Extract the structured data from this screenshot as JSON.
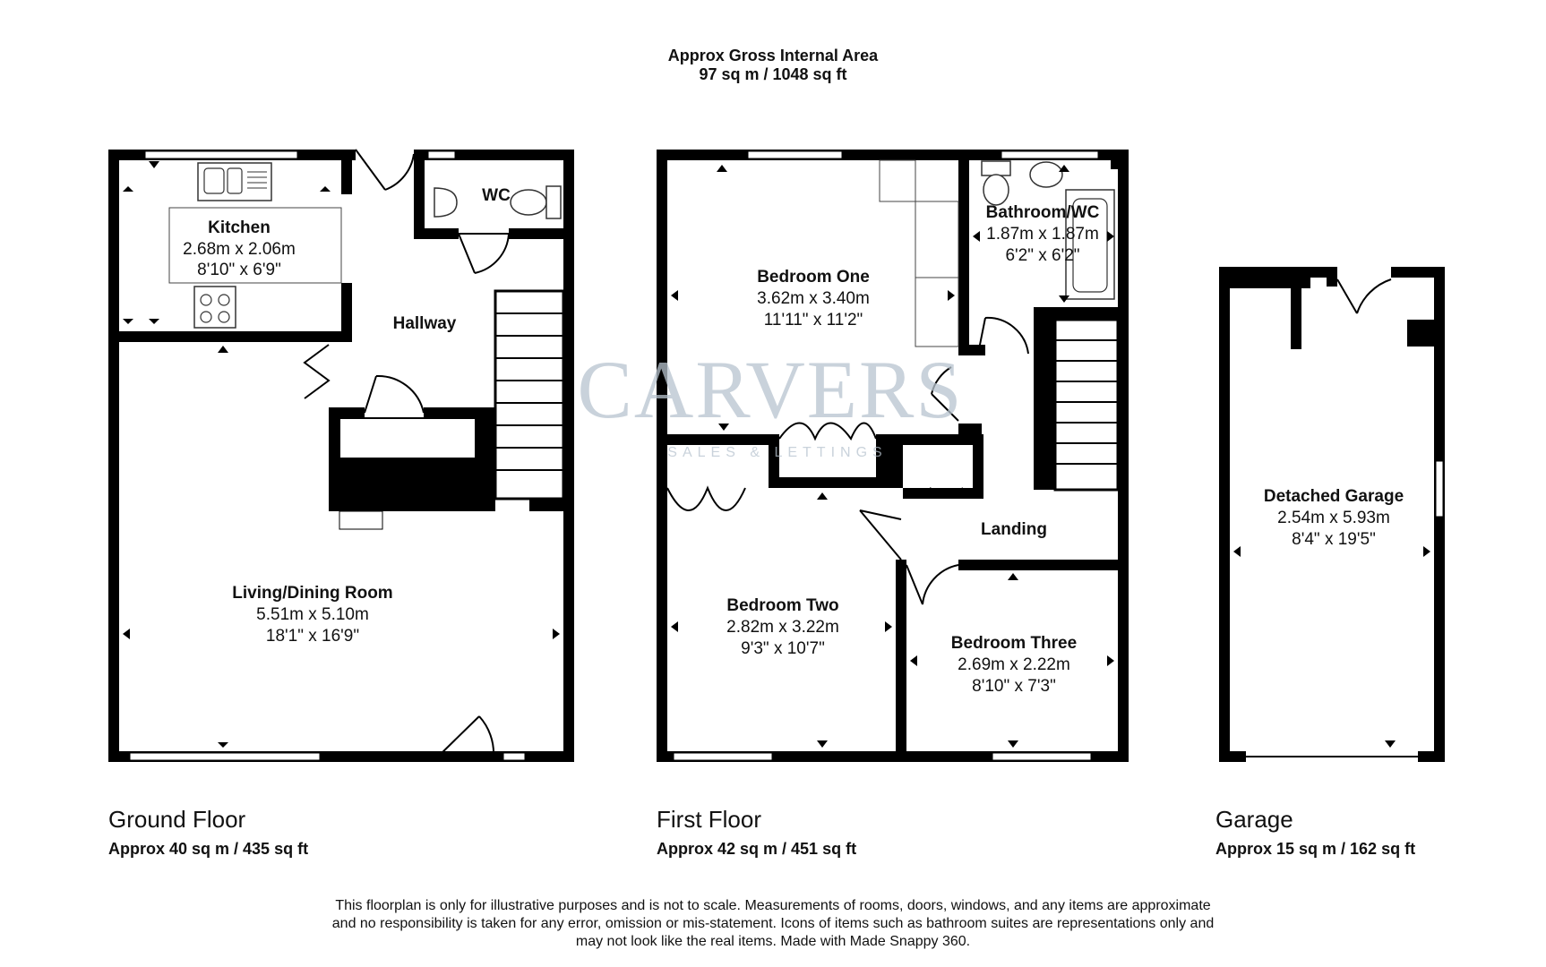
{
  "header": {
    "title": "Approx Gross Internal Area",
    "area": "97 sq m / 1048 sq ft"
  },
  "watermark": {
    "brand": "CARVERS",
    "tagline": "SALES & LETTINGS"
  },
  "floors": [
    {
      "name": "Ground Floor",
      "area": "Approx 40 sq m / 435 sq ft"
    },
    {
      "name": "First Floor",
      "area": "Approx 42 sq m / 451 sq ft"
    },
    {
      "name": "Garage",
      "area": "Approx 15 sq m / 162 sq ft"
    }
  ],
  "rooms": {
    "kitchen": {
      "name": "Kitchen",
      "metric": "2.68m x 2.06m",
      "imperial": "8'10\" x 6'9\""
    },
    "wc": {
      "name": "WC"
    },
    "hallway": {
      "name": "Hallway"
    },
    "living": {
      "name": "Living/Dining Room",
      "metric": "5.51m x 5.10m",
      "imperial": "18'1\" x 16'9\""
    },
    "bed1": {
      "name": "Bedroom One",
      "metric": "3.62m x 3.40m",
      "imperial": "11'11\" x 11'2\""
    },
    "bath": {
      "name": "Bathroom/WC",
      "metric": "1.87m x 1.87m",
      "imperial": "6'2\" x 6'2\""
    },
    "landing": {
      "name": "Landing"
    },
    "bed2": {
      "name": "Bedroom Two",
      "metric": "2.82m x 3.22m",
      "imperial": "9'3\" x 10'7\""
    },
    "bed3": {
      "name": "Bedroom Three",
      "metric": "2.69m x 2.22m",
      "imperial": "8'10\" x 7'3\""
    },
    "garage": {
      "name": "Detached Garage",
      "metric": "2.54m x 5.93m",
      "imperial": "8'4\" x 19'5\""
    }
  },
  "disclaimer": {
    "line1": "This floorplan is only for illustrative purposes and is not to scale. Measurements of rooms, doors, windows, and any items are approximate",
    "line2": "and no responsibility is taken for any error, omission or mis-statement. Icons of items such as bathroom suites are representations only and",
    "line3": "may not look like the real items. Made with Made Snappy 360."
  },
  "colors": {
    "wall": "#000000",
    "window": "#ffffff",
    "watermark": "#b8c4cf",
    "text": "#111111"
  }
}
